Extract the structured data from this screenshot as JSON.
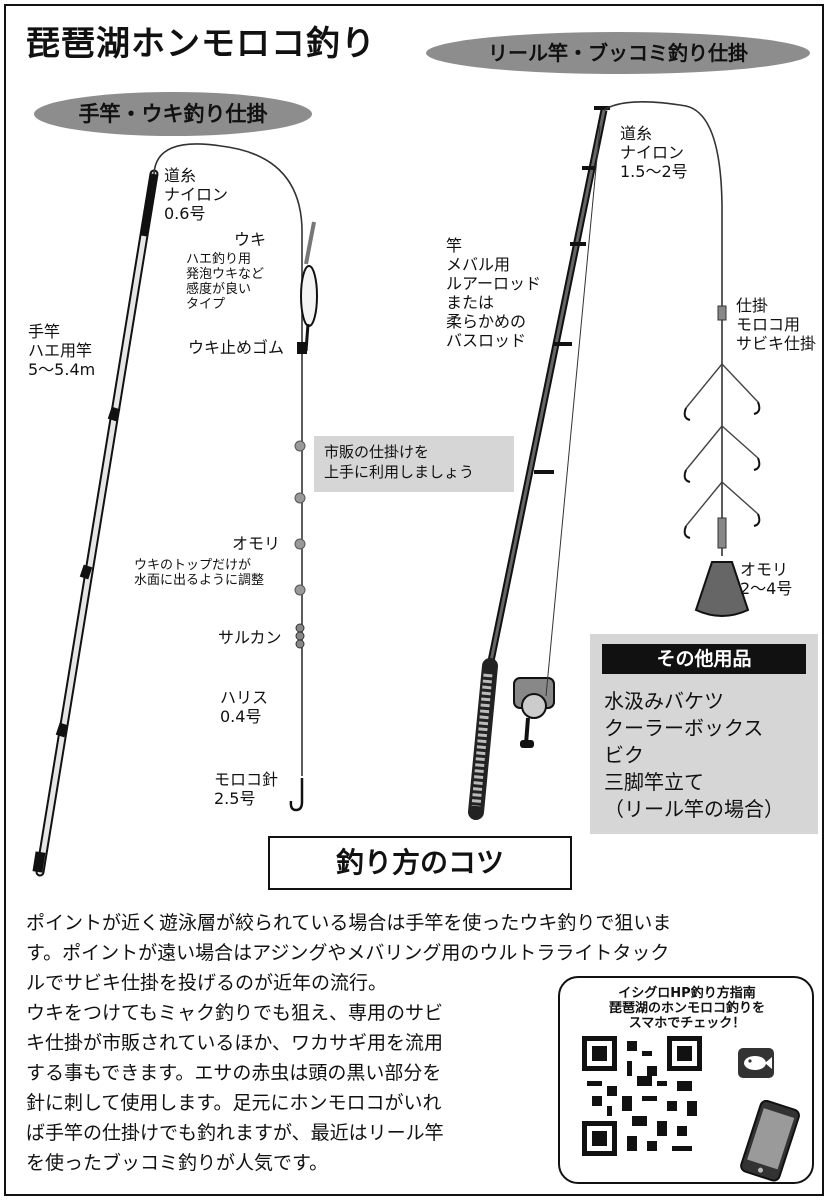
{
  "title": "琵琶湖ホンモロコ釣り",
  "reel_section": "リール竿・ブッコミ釣り仕掛",
  "hand_section": "手竿・ウキ釣り仕掛",
  "hand_labels": {
    "line": "道糸\nナイロン\n0.6号",
    "float": "ウキ",
    "float_note": "ハエ釣り用\n発泡ウキなど\n感度が良い\nタイプ",
    "rod": "手竿\nハエ用竿\n5〜5.4m",
    "float_stopper": "ウキ止めゴム",
    "sinker": "オモリ",
    "sinker_note": "ウキのトップだけが\n水面に出るように調整",
    "swivel": "サルカン",
    "leader": "ハリス\n0.4号",
    "hook": "モロコ針\n2.5号"
  },
  "market_note": "市販の仕掛けを\n上手に利用しましょう",
  "reel_labels": {
    "line": "道糸\nナイロン\n1.5〜2号",
    "rod": "竿\nメバル用\nルアーロッド\nまたは\n柔らかめの\nバスロッド",
    "rig": "仕掛\nモロコ用\nサビキ仕掛",
    "sinker": "オモリ\n2〜4号"
  },
  "other_items": {
    "heading": "その他用品",
    "items": [
      "水汲みバケツ",
      "クーラーボックス",
      "ビク",
      "三脚竿立て",
      "（リール竿の場合）"
    ]
  },
  "tips_heading": "釣り方のコツ",
  "tips_paragraph": [
    "ポイントが近く遊泳層が絞られている場合は手竿を使ったウキ釣りで狙いま",
    "す。ポイントが遠い場合はアジングやメバリング用のウルトラライトタック",
    "ルでサビキ仕掛を投げるのが近年の流行。",
    "ウキをつけてもミャク釣りでも狙え、専用のサビ",
    "キ仕掛が市販されているほか、ワカサギ用を流用",
    "する事もできます。エサの赤虫は頭の黒い部分を",
    "針に刺して使用します。足元にホンモロコがいれ",
    "ば手竿の仕掛けでも釣れますが、最近はリール竿",
    "を使ったブッコミ釣りが人気です。"
  ],
  "qr_panel": {
    "text": "イシグロHP釣り方指南\n琵琶湖のホンモロコ釣りを\nスマホでチェック！",
    "qr_icon": "qr-code",
    "phone_icon": "smartphone",
    "logo_icon": "fish-logo"
  }
}
